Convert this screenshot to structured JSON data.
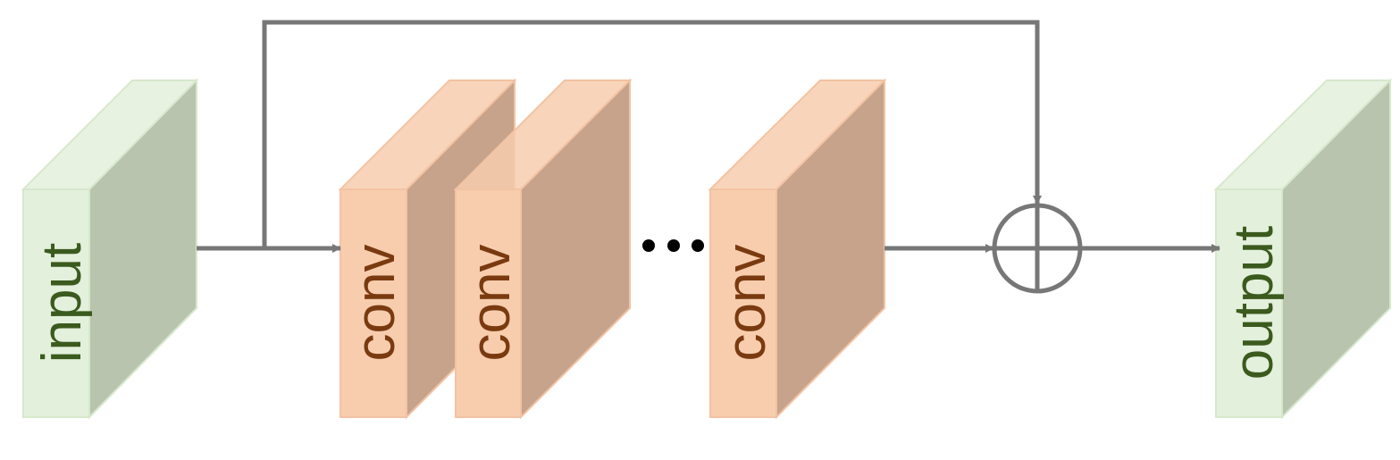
{
  "blocks": {
    "input": {
      "label": "input",
      "face_color": "#e3f0dc",
      "side_color": "#b8c4ae",
      "edge_color": "#d7e8cc",
      "text_color": "#3b5a1e"
    },
    "conv1": {
      "label": "conv",
      "face_color": "#f7cdae",
      "side_color": "#c6a38a",
      "edge_color": "#f2c3a3",
      "text_color": "#7a3a10"
    },
    "conv2": {
      "label": "conv",
      "face_color": "#f7cdae",
      "side_color": "#c6a38a",
      "edge_color": "#f2c3a3",
      "text_color": "#7a3a10"
    },
    "conv3": {
      "label": "conv",
      "face_color": "#f7cdae",
      "side_color": "#c6a38a",
      "edge_color": "#f2c3a3",
      "text_color": "#7a3a10"
    },
    "output": {
      "label": "output",
      "face_color": "#e3f0dc",
      "side_color": "#b8c4ae",
      "edge_color": "#d7e8cc",
      "text_color": "#3b5a1e"
    }
  },
  "connector_color": "#777777",
  "ellipsis_color": "#000000"
}
